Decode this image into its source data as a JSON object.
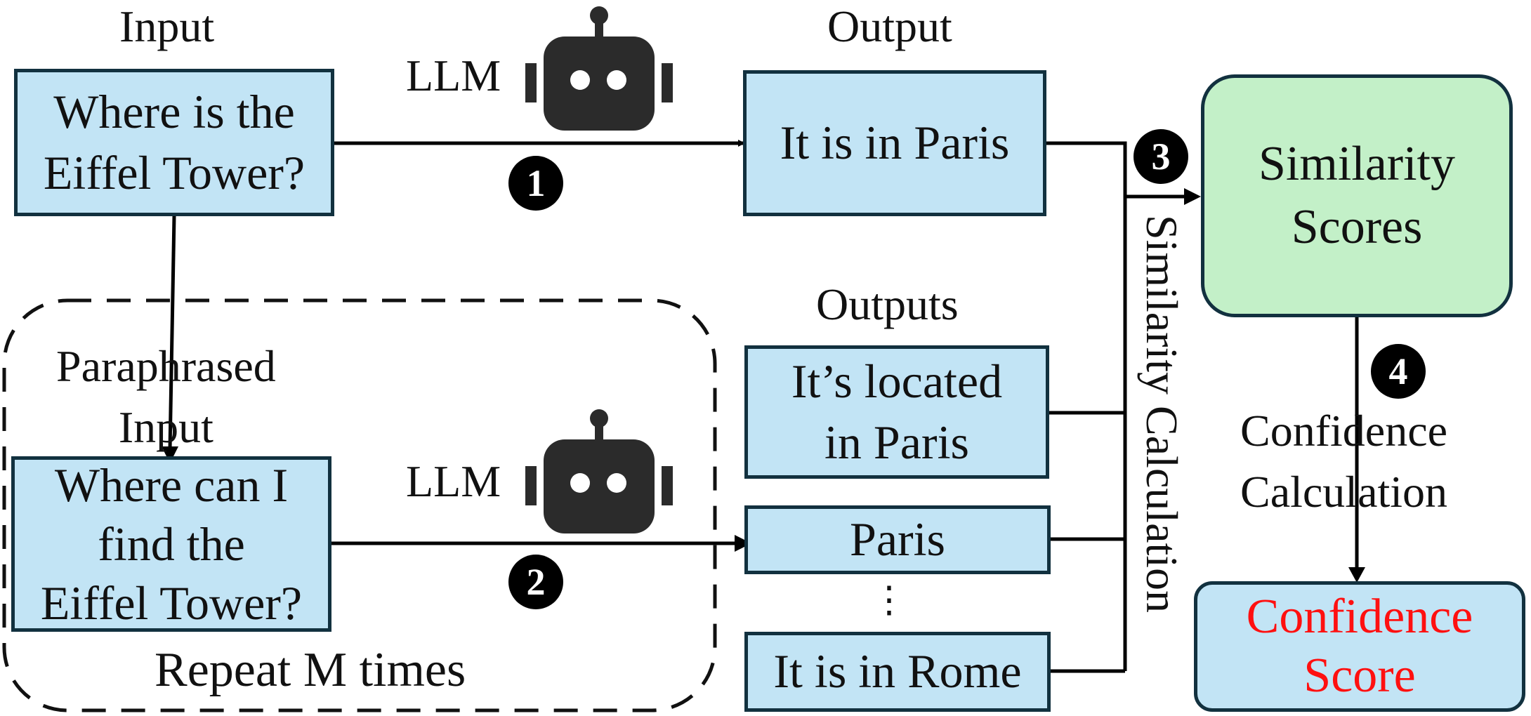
{
  "labels": {
    "input": "Input",
    "output": "Output",
    "outputs": "Outputs",
    "paraphrased_input": "Paraphrased\nInput",
    "llm_top": "LLM",
    "llm_bottom": "LLM",
    "repeat": "Repeat M times",
    "similarity_calculation": "Similarity Calculation",
    "confidence_calculation": "Confidence\nCalculation",
    "ellipsis": "⋮"
  },
  "boxes": {
    "input_question": "Where is the\nEiffel Tower?",
    "paraphrased_question": "Where can I\nfind the\nEiffel Tower?",
    "output_main": "It is in Paris",
    "output_1": "It’s located\nin Paris",
    "output_2": "Paris",
    "output_m": "It is in Rome",
    "similarity_scores": "Similarity\nScores",
    "confidence_score": "Confidence\nScore"
  },
  "steps": [
    "1",
    "2",
    "3",
    "4"
  ],
  "icons": {
    "llm": "robot-icon"
  },
  "colors": {
    "box_fill": "#c2e4f5",
    "score_fill": "#c3f0c8",
    "border": "#12313f",
    "confidence_text": "#ff1010",
    "robot": "#2b2b2b"
  }
}
